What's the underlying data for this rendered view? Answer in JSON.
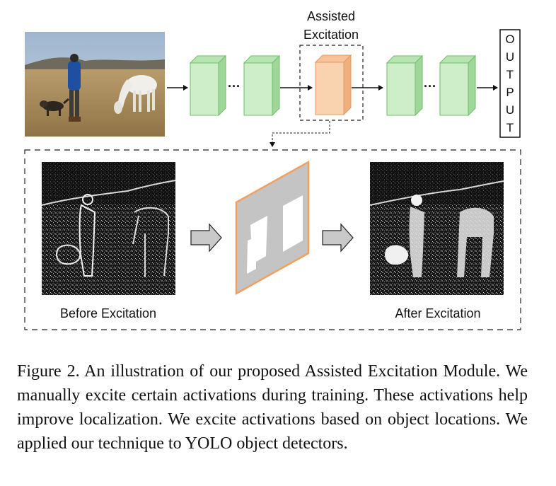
{
  "figure": {
    "assisted_label_line1": "Assisted",
    "assisted_label_line2": "Excitation",
    "output_letters": [
      "O",
      "U",
      "T",
      "P",
      "U",
      "T"
    ],
    "before_label": "Before Excitation",
    "after_label": "After Excitation",
    "colors": {
      "layer_fill": "#cdeec9",
      "layer_side": "#9fd69a",
      "layer_stroke": "#6fbf69",
      "excitation_fill": "#f9d2b0",
      "excitation_side": "#f0b07e",
      "excitation_stroke": "#e8995e",
      "mask_gray": "#c4c4c4",
      "mask_edge": "#f0a060"
    }
  },
  "caption": {
    "label": "Figure 2.",
    "text": "An illustration of our proposed Assisted Excitation Module. We manually excite certain activations during training. These activations help improve localization. We excite activations based on object locations.  We applied our technique to YOLO object detectors."
  }
}
